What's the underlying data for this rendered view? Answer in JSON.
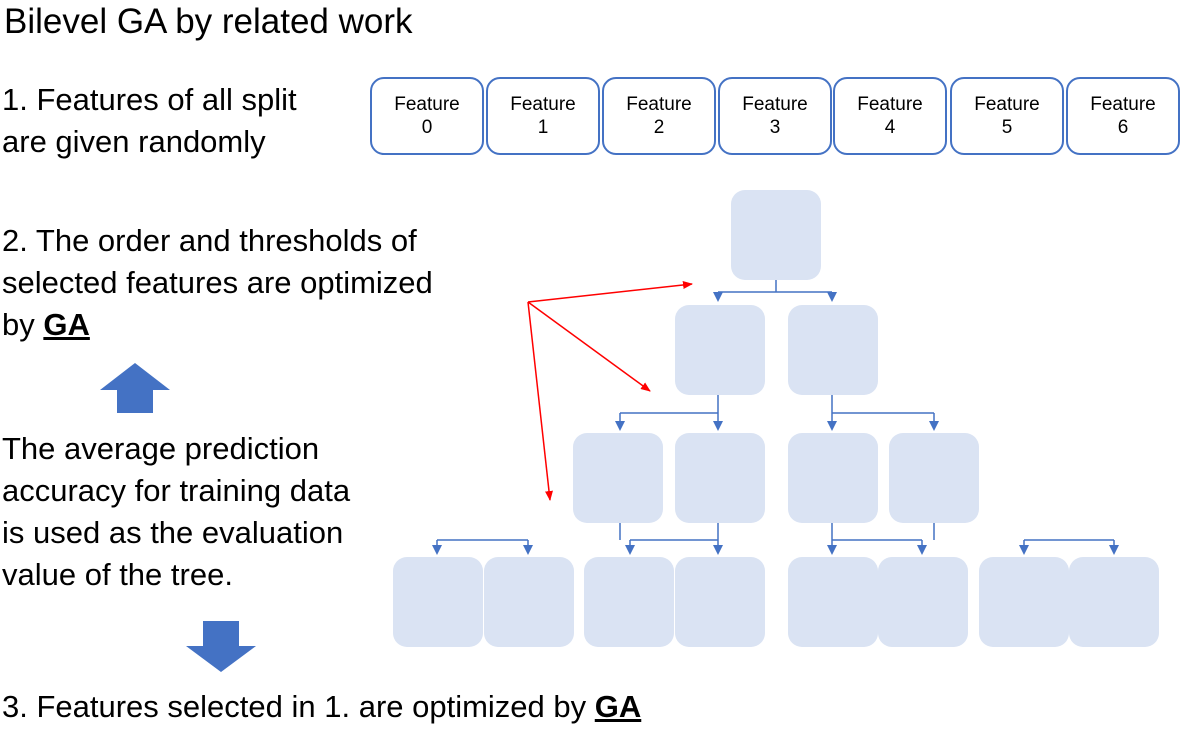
{
  "title": "Bilevel GA by related work",
  "step1": {
    "line1": "1. Features of all split",
    "line2": "are given randomly"
  },
  "features": [
    {
      "name": "Feature",
      "index": "0"
    },
    {
      "name": "Feature",
      "index": "1"
    },
    {
      "name": "Feature",
      "index": "2"
    },
    {
      "name": "Feature",
      "index": "3"
    },
    {
      "name": "Feature",
      "index": "4"
    },
    {
      "name": "Feature",
      "index": "5"
    },
    {
      "name": "Feature",
      "index": "6"
    }
  ],
  "step2": {
    "line1": "2. The order and thresholds of",
    "line2": "selected features are optimized",
    "line3_prefix": "by ",
    "line3_emph": "GA"
  },
  "evaluation": {
    "line1": "The average prediction",
    "line2": "accuracy for training data",
    "line3": "is used as the evaluation",
    "line4": "value of the tree."
  },
  "step3": {
    "prefix": "3. Features selected in 1. are optimized by ",
    "emph": "GA"
  },
  "colors": {
    "box_border": "#4472c4",
    "node_fill": "#dae3f3",
    "connector": "#4472c4",
    "arrow_fill": "#4472c4",
    "highlight_arrow": "#ff0000"
  }
}
